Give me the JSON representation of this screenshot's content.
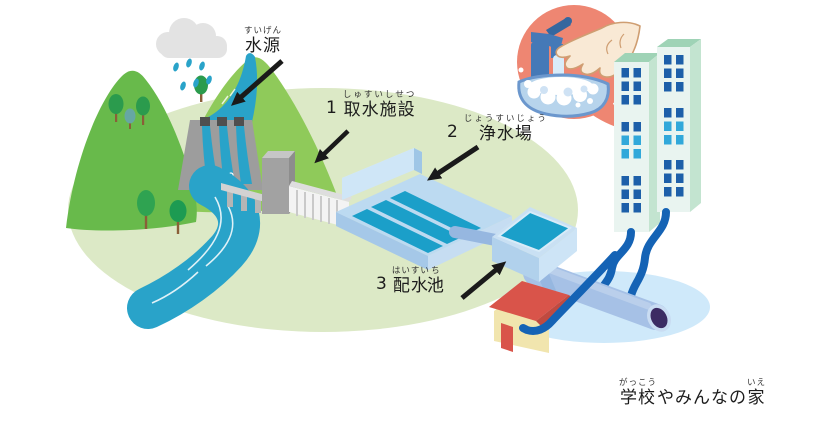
{
  "labels": {
    "source": {
      "ruby": "すいげん",
      "base": "水源"
    },
    "intake": {
      "number": "1",
      "ruby": "しゅすいしせつ",
      "base": "取水施設"
    },
    "purification": {
      "number": "2",
      "ruby": "じょうすいじょう",
      "base": "浄水場"
    },
    "reservoir": {
      "number": "3",
      "seg1_ruby": "はいすい",
      "seg1_base": "配水",
      "seg2_ruby": "ち",
      "seg2_base": "池"
    },
    "homes": {
      "seg1_ruby": "がっこう",
      "seg1_base": "学校",
      "seg2_ruby": "",
      "seg2_base": "やみんなの",
      "seg3_ruby": "いえ",
      "seg3_base": "家"
    }
  },
  "palette": {
    "land": "#dce9c6",
    "mountain_left": "#68ba4b",
    "mountain_right": "#8fca5a",
    "water": "#29a3c9",
    "dam_gray": "#9d9d9d",
    "pipe_main": "#a6c1e6",
    "pipe_thin": "#1563b5",
    "pipe_small": "#96b7e0",
    "pipe_end": "#3c2b63",
    "plant_light": "#bcdaf1",
    "basin_water": "#1b9fc9",
    "reservoir_frame": "#c9e0f3",
    "building_face": "#e9f4f0",
    "building_top": "#9fd3b6",
    "building_side": "#c3e4d0",
    "window_dark": "#1d5fa9",
    "window_cyan": "#31a8da",
    "bubble": "#ee8672",
    "skin": "#f9e9d5",
    "faucet_blue": "#4579b7",
    "wash_basin": "#b7d4ec",
    "roof_red": "#d9544a",
    "wall_cream": "#f1e5ae",
    "cloud_gray": "#e3e3e3",
    "shadow_blue": "#cfe9fa",
    "arrow_black": "#1a1a1a",
    "text": "#1c1c1c"
  }
}
